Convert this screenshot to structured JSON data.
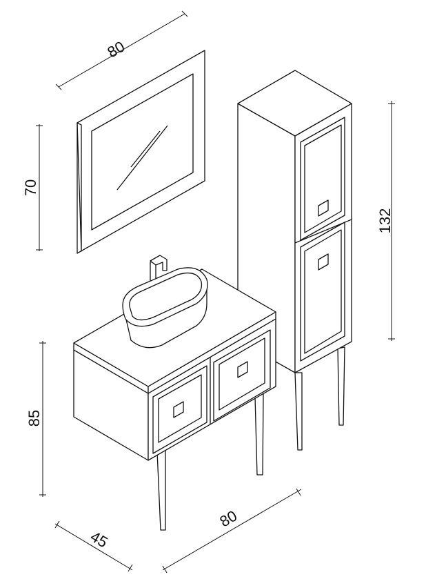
{
  "title": "Bathroom furniture set dimension drawing",
  "dimensions": {
    "mirror_width": "80",
    "mirror_height": "70",
    "column_height": "132",
    "vanity_height": "85",
    "vanity_depth": "45",
    "vanity_width": "80"
  },
  "colors": {
    "line": "#111111",
    "background": "#ffffff"
  }
}
